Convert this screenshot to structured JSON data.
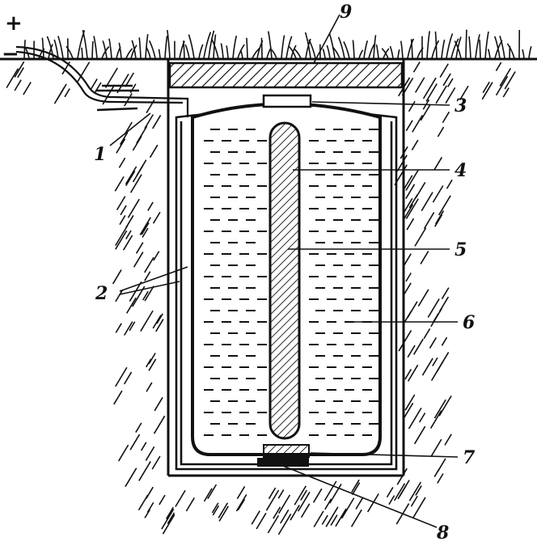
{
  "diagram": {
    "polarity": {
      "positive": "+",
      "negative": "−"
    },
    "callouts": [
      {
        "id": "label-9",
        "text": "9"
      },
      {
        "id": "label-3",
        "text": "3"
      },
      {
        "id": "label-1",
        "text": "1"
      },
      {
        "id": "label-4",
        "text": "4"
      },
      {
        "id": "label-5",
        "text": "5"
      },
      {
        "id": "label-2",
        "text": "2"
      },
      {
        "id": "label-6",
        "text": "6"
      },
      {
        "id": "label-7",
        "text": "7"
      },
      {
        "id": "label-8",
        "text": "8"
      }
    ],
    "colors": {
      "ink": "#111111",
      "paper": "#ffffff"
    }
  }
}
